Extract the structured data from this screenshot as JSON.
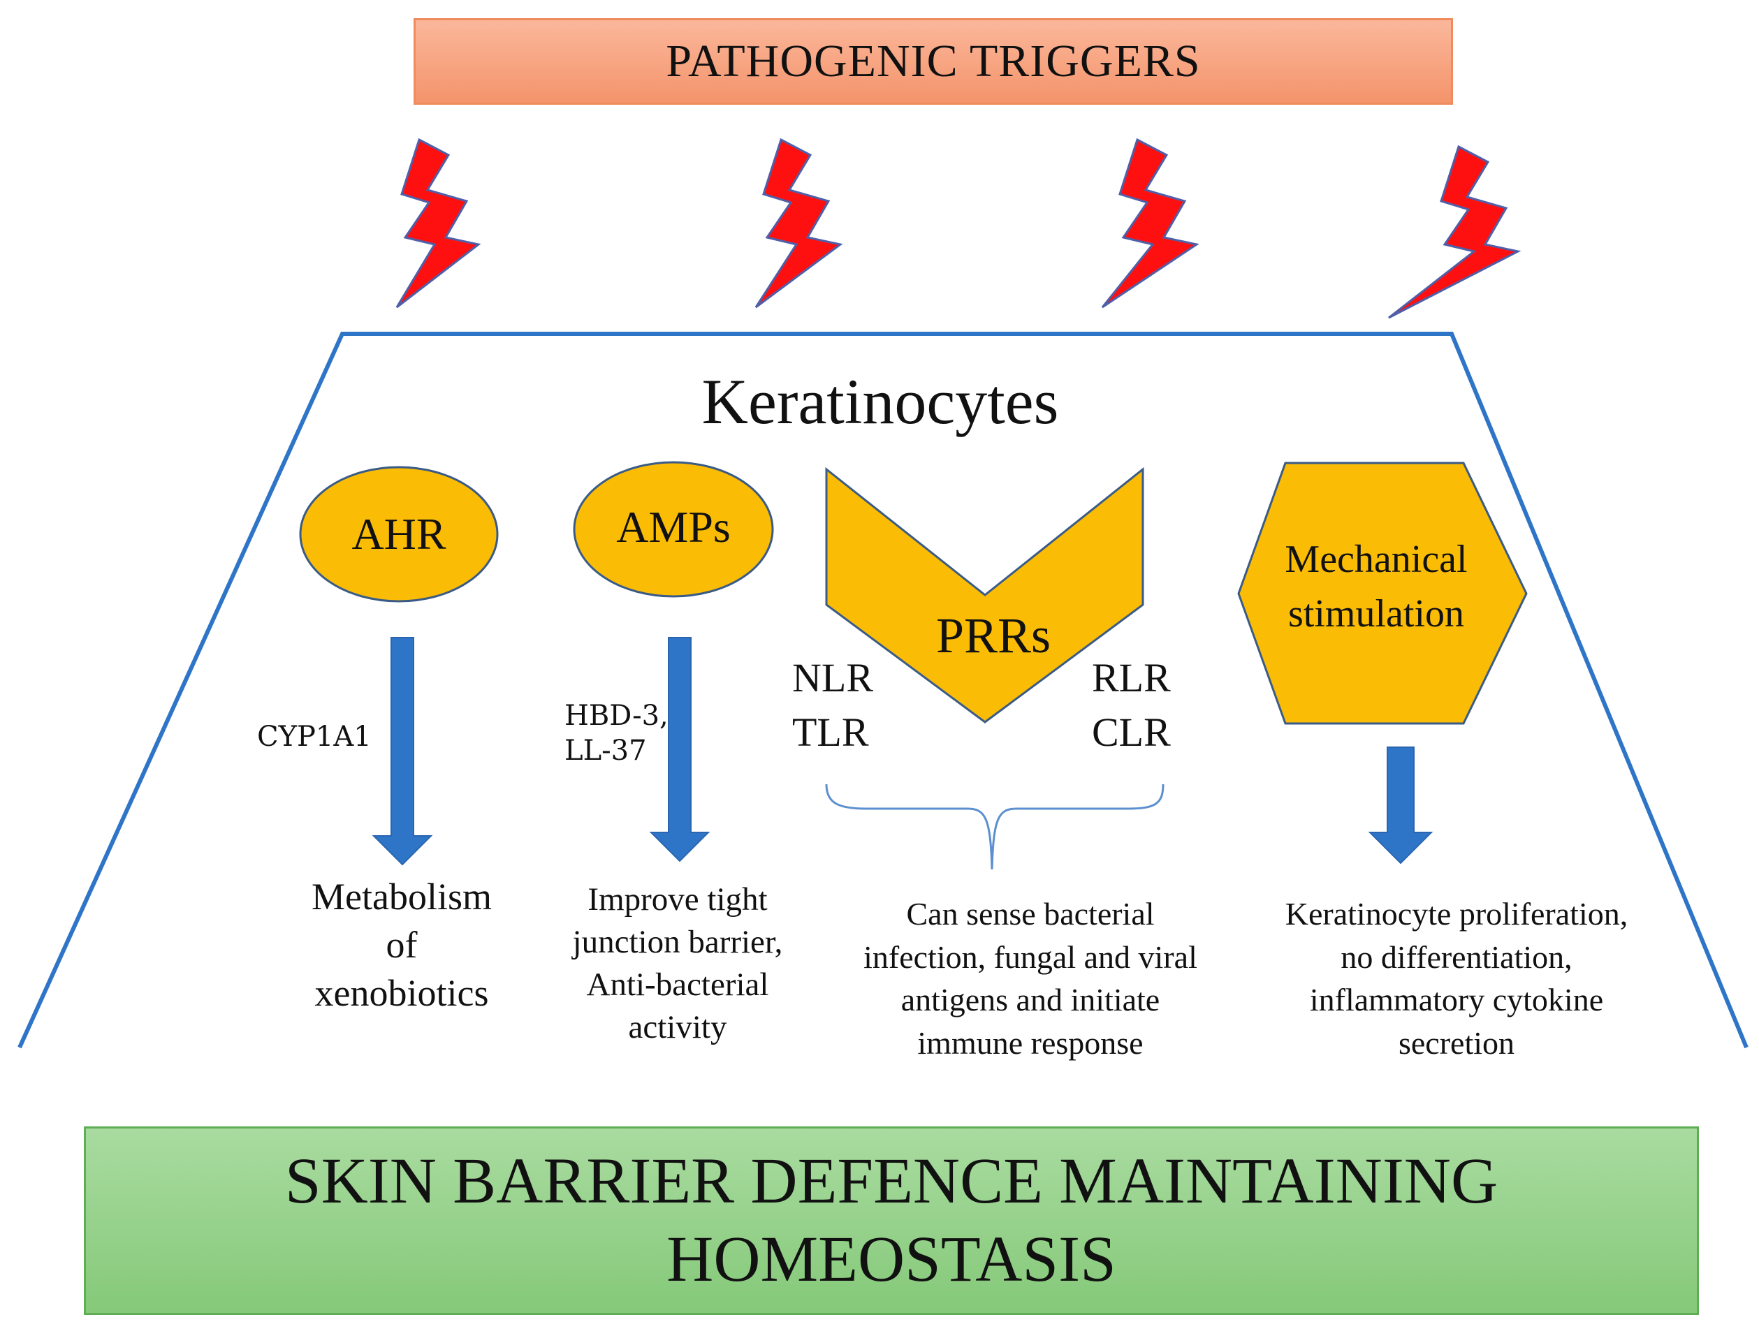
{
  "top_banner": {
    "text": "PATHOGENIC TRIGGERS"
  },
  "cell": {
    "title": "Keratinocytes"
  },
  "ahr": {
    "label": "AHR",
    "mediator": "CYP1A1",
    "outcome": [
      "Metabolism",
      "of",
      "xenobiotics"
    ]
  },
  "amps": {
    "label": "AMPs",
    "mediator": [
      "HBD-3,",
      "LL-37"
    ],
    "outcome": [
      "Improve tight",
      "junction barrier,",
      "Anti-bacterial",
      "activity"
    ]
  },
  "prrs": {
    "label": "PRRs",
    "receptors_left": [
      "NLR",
      "TLR"
    ],
    "receptors_right": [
      "RLR",
      "CLR"
    ],
    "outcome": [
      "Can sense bacterial",
      "infection, fungal and viral",
      "antigens and initiate",
      "immune response"
    ]
  },
  "mechanical": {
    "label": [
      "Mechanical",
      "stimulation"
    ],
    "outcome": [
      "Keratinocyte proliferation,",
      "no differentiation,",
      "inflammatory cytokine",
      "secretion"
    ]
  },
  "bottom_banner": {
    "lines": [
      "SKIN BARRIER DEFENCE MAINTAINING",
      "HOMEOSTASIS"
    ]
  },
  "colors": {
    "node_fill": "#fbbc05",
    "node_stroke": "#3a5b86",
    "arrow": "#2e75c8",
    "cell_outline": "#2e75c8",
    "bolt_fill": "#ff1010",
    "bolt_stroke": "#4f5fa8",
    "triggers_fill": "#f8a27c",
    "homeostasis_fill": "#96d08a"
  }
}
